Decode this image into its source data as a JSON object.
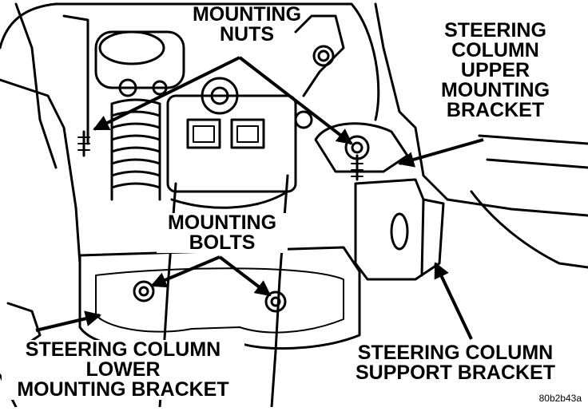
{
  "labels": {
    "mounting_nuts": "MOUNTING\nNUTS",
    "upper_bracket": "STEERING\nCOLUMN\nUPPER\nMOUNTING\nBRACKET",
    "mounting_bolts": "MOUNTING\nBOLTS",
    "lower_bracket": "STEERING COLUMN\nLOWER\nMOUNTING BRACKET",
    "support_bracket": "STEERING COLUMN\nSUPPORT BRACKET"
  },
  "figure_code": "80b2b43a",
  "colors": {
    "ink": "#000000",
    "paper": "#ffffff"
  }
}
